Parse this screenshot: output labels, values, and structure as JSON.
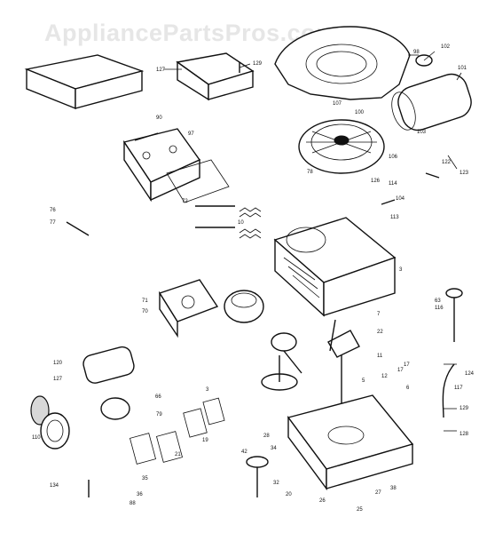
{
  "watermark": "AppliancePartsPros.com",
  "callouts": {
    "c1": "102",
    "c2": "101",
    "c3": "129",
    "c4": "127",
    "c5": "98",
    "c6": "107",
    "c7": "100",
    "c8": "90",
    "c9": "97",
    "c10": "103",
    "c11": "122",
    "c12": "123",
    "c13": "106",
    "c14": "114",
    "c15": "78",
    "c16": "126",
    "c17": "104",
    "c18": "113",
    "c19": "17",
    "c20": "63",
    "c21": "3",
    "c22": "11",
    "c23": "7",
    "c24": "17",
    "c25": "5",
    "c26": "6",
    "c27": "22",
    "c28": "12",
    "c29": "124",
    "c30": "117",
    "c31": "129",
    "c32": "128",
    "c33": "116",
    "c34": "120",
    "c35": "127",
    "c36": "110",
    "c37": "134",
    "c38": "38",
    "c39": "32",
    "c40": "34",
    "c41": "28",
    "c42": "27",
    "c43": "26",
    "c44": "20",
    "c45": "25",
    "c46": "42",
    "c47": "3",
    "c48": "35",
    "c49": "36",
    "c50": "21",
    "c51": "19",
    "c52": "66",
    "c53": "79",
    "c54": "88",
    "c55": "10",
    "c56": "76",
    "c57": "77",
    "c58": "71",
    "c59": "70",
    "c60": "72"
  }
}
